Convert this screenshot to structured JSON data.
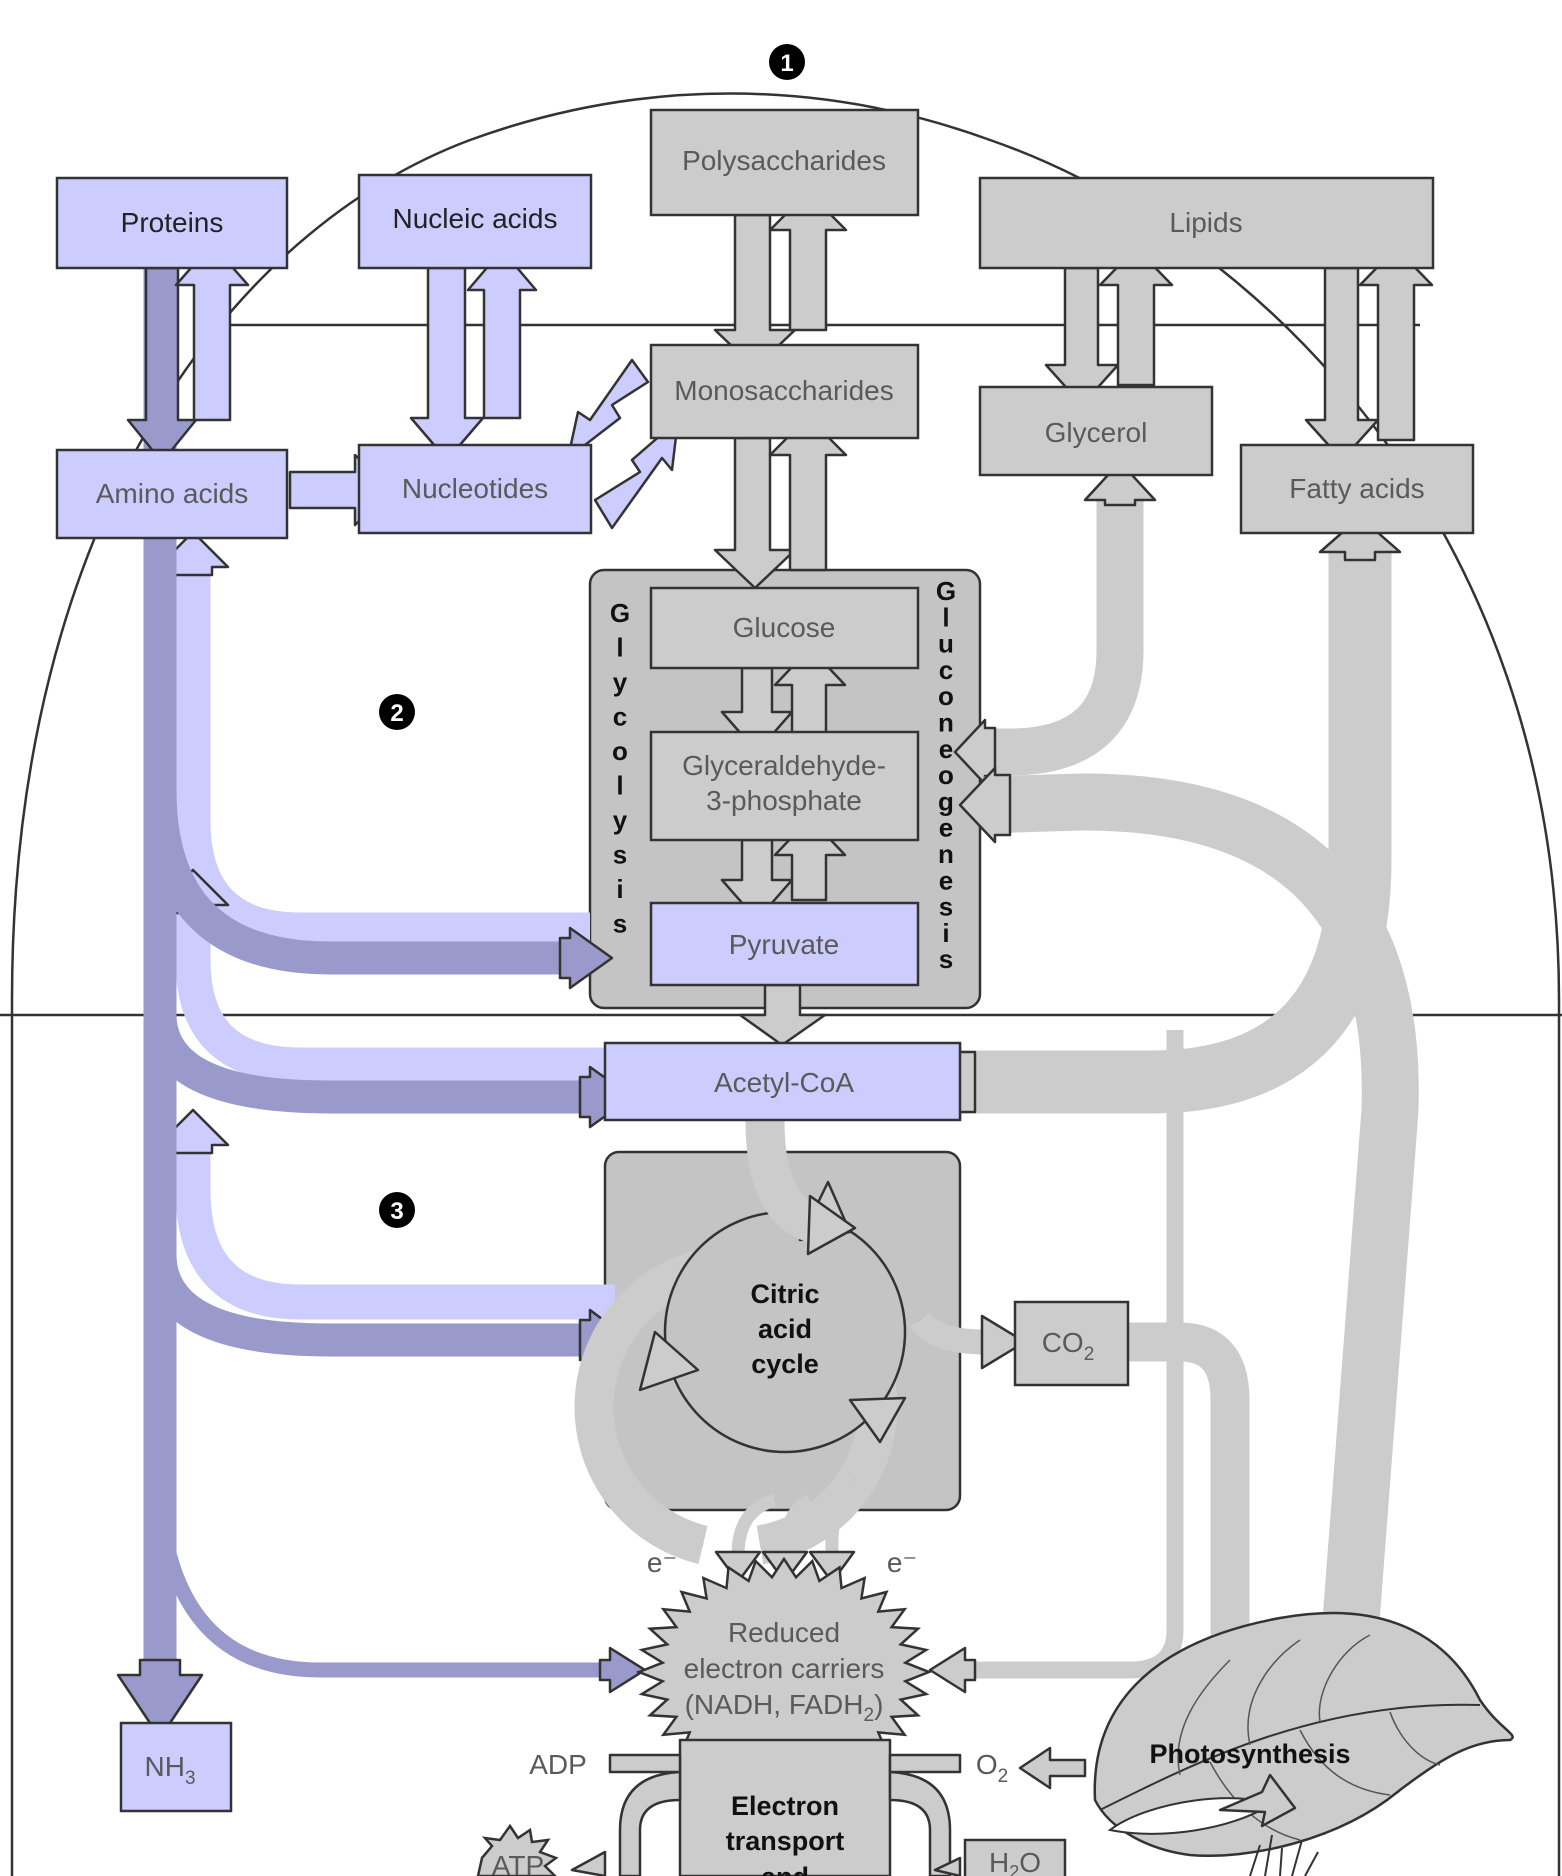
{
  "markers": {
    "m1": "1",
    "m2": "2",
    "m3": "3"
  },
  "macromolecules": {
    "proteins": "Proteins",
    "nucleic_acids": "Nucleic acids",
    "polysaccharides": "Polysaccharides",
    "lipids": "Lipids"
  },
  "monomers": {
    "amino_acids": "Amino acids",
    "nucleotides": "Nucleotides",
    "monosaccharides": "Monosaccharides",
    "glycerol": "Glycerol",
    "fatty_acids": "Fatty acids"
  },
  "pathway": {
    "glucose": "Glucose",
    "g3p_line1": "Glyceraldehyde-",
    "g3p_line2": "3-phosphate",
    "pyruvate": "Pyruvate",
    "acetyl_coa": "Acetyl-CoA",
    "glycolysis": "Glycolysis",
    "gluconeogenesis": "Gluconeogenesis"
  },
  "cycle": {
    "line1": "Citric",
    "line2": "acid",
    "line3": "cycle"
  },
  "co2": {
    "base": "CO",
    "sub": "2"
  },
  "electrons": {
    "left": "e⁻",
    "right": "e⁻"
  },
  "carriers": {
    "line1": "Reduced",
    "line2": "electron carriers",
    "line3_pre": "(NADH, FADH",
    "line3_sub": "2",
    "line3_post": ")"
  },
  "nh3": {
    "base": "NH",
    "sub": "3"
  },
  "etc": {
    "line1": "Electron",
    "line2": "transport",
    "line3": "and"
  },
  "adp": "ADP",
  "atp": "ATP",
  "o2": {
    "base": "O",
    "sub": "2"
  },
  "h2o": {
    "base": "H",
    "sub": "2",
    "post": "O"
  },
  "photosynthesis": "Photosynthesis",
  "colors": {
    "protein_path": "#ccccff",
    "nitrogen_path": "#9999cc",
    "carbon_path": "#cccccc",
    "outline": "#333333"
  }
}
